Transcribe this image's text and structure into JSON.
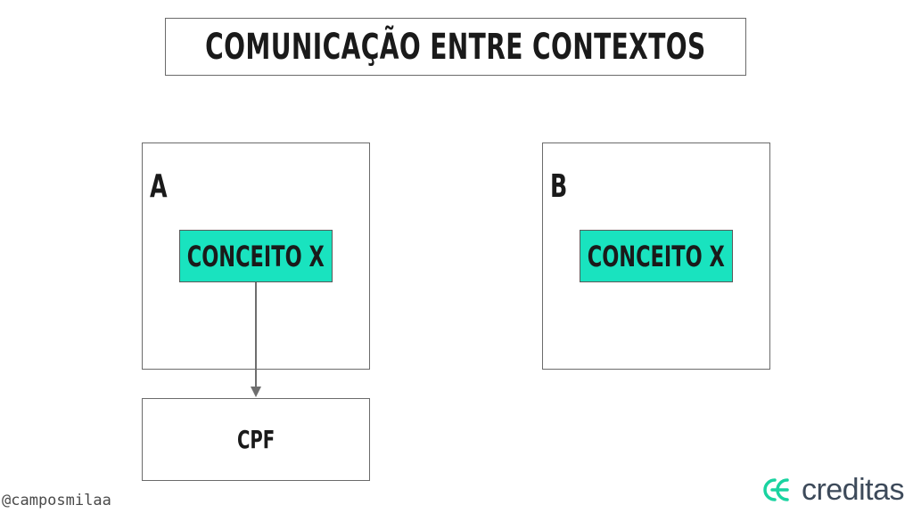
{
  "title": "COMUNICAÇÃO ENTRE CONTEXTOS",
  "contexts": [
    {
      "label": "A",
      "concept": "CONCEITO X"
    },
    {
      "label": "B",
      "concept": "CONCEITO X"
    }
  ],
  "target_box": {
    "label": "CPF"
  },
  "author_handle": "@camposmilaa",
  "brand": {
    "name": "creditas",
    "logo_icon": "creditas-logo-icon",
    "logo_color": "#19d3a0",
    "text_color": "#3d4a5a"
  },
  "colors": {
    "concept_fill": "#19e3bf",
    "border": "#6b6b6b",
    "arrow": "#6e6e6e"
  }
}
